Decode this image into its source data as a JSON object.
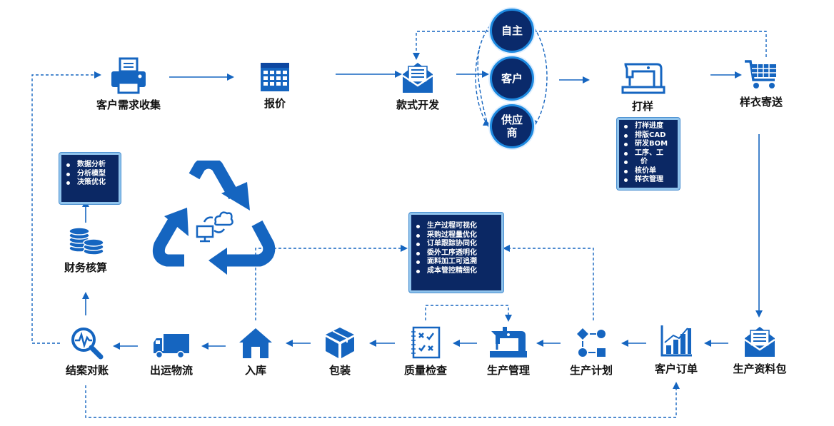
{
  "nodes": {
    "demand": "客户需求收集",
    "quote": "报价",
    "design": "款式开发",
    "sample": "打样",
    "ship_sample": "样衣寄送",
    "tech_pack": "生产资料包",
    "order": "客户订单",
    "plan": "生产计划",
    "manage": "生产管理",
    "qc": "质量检查",
    "pack": "包装",
    "warehouse": "入库",
    "logistics": "出运物流",
    "settle": "结案对账",
    "finance": "财务核算"
  },
  "sources": {
    "self": "自主",
    "customer": "客户",
    "supplier_line1": "供应",
    "supplier_line2": "商"
  },
  "sample_box": [
    "打样进度",
    "排版CAD",
    "研发BOM",
    "工序、工",
    "价",
    "核价单",
    "样衣管理"
  ],
  "analysis_box": [
    "数据分析",
    "分析模型",
    "决策优化"
  ],
  "center_box": [
    "生产过程可视化",
    "采购过程量优化",
    "订单跟踪协同化",
    "委外工序透明化",
    "面料加工可追溯",
    "成本管控精细化"
  ],
  "colors": {
    "primary": "#1565c0",
    "navy": "#0b2864",
    "accent": "#1e8ae0"
  },
  "icons": {
    "demand": "printer-icon",
    "quote": "calendar-grid-icon",
    "design": "envelope-icon",
    "sample": "sewing-machine-icon",
    "ship_sample": "shopping-cart-icon",
    "tech_pack": "envelope-icon",
    "order": "bar-chart-icon",
    "plan": "workflow-icon",
    "manage": "sewing-machine-icon",
    "qc": "checklist-icon",
    "pack": "box-icon",
    "warehouse": "house-icon",
    "logistics": "truck-icon",
    "settle": "magnifier-pulse-icon",
    "finance": "coins-icon",
    "center": "recycle-cloud-icon"
  }
}
